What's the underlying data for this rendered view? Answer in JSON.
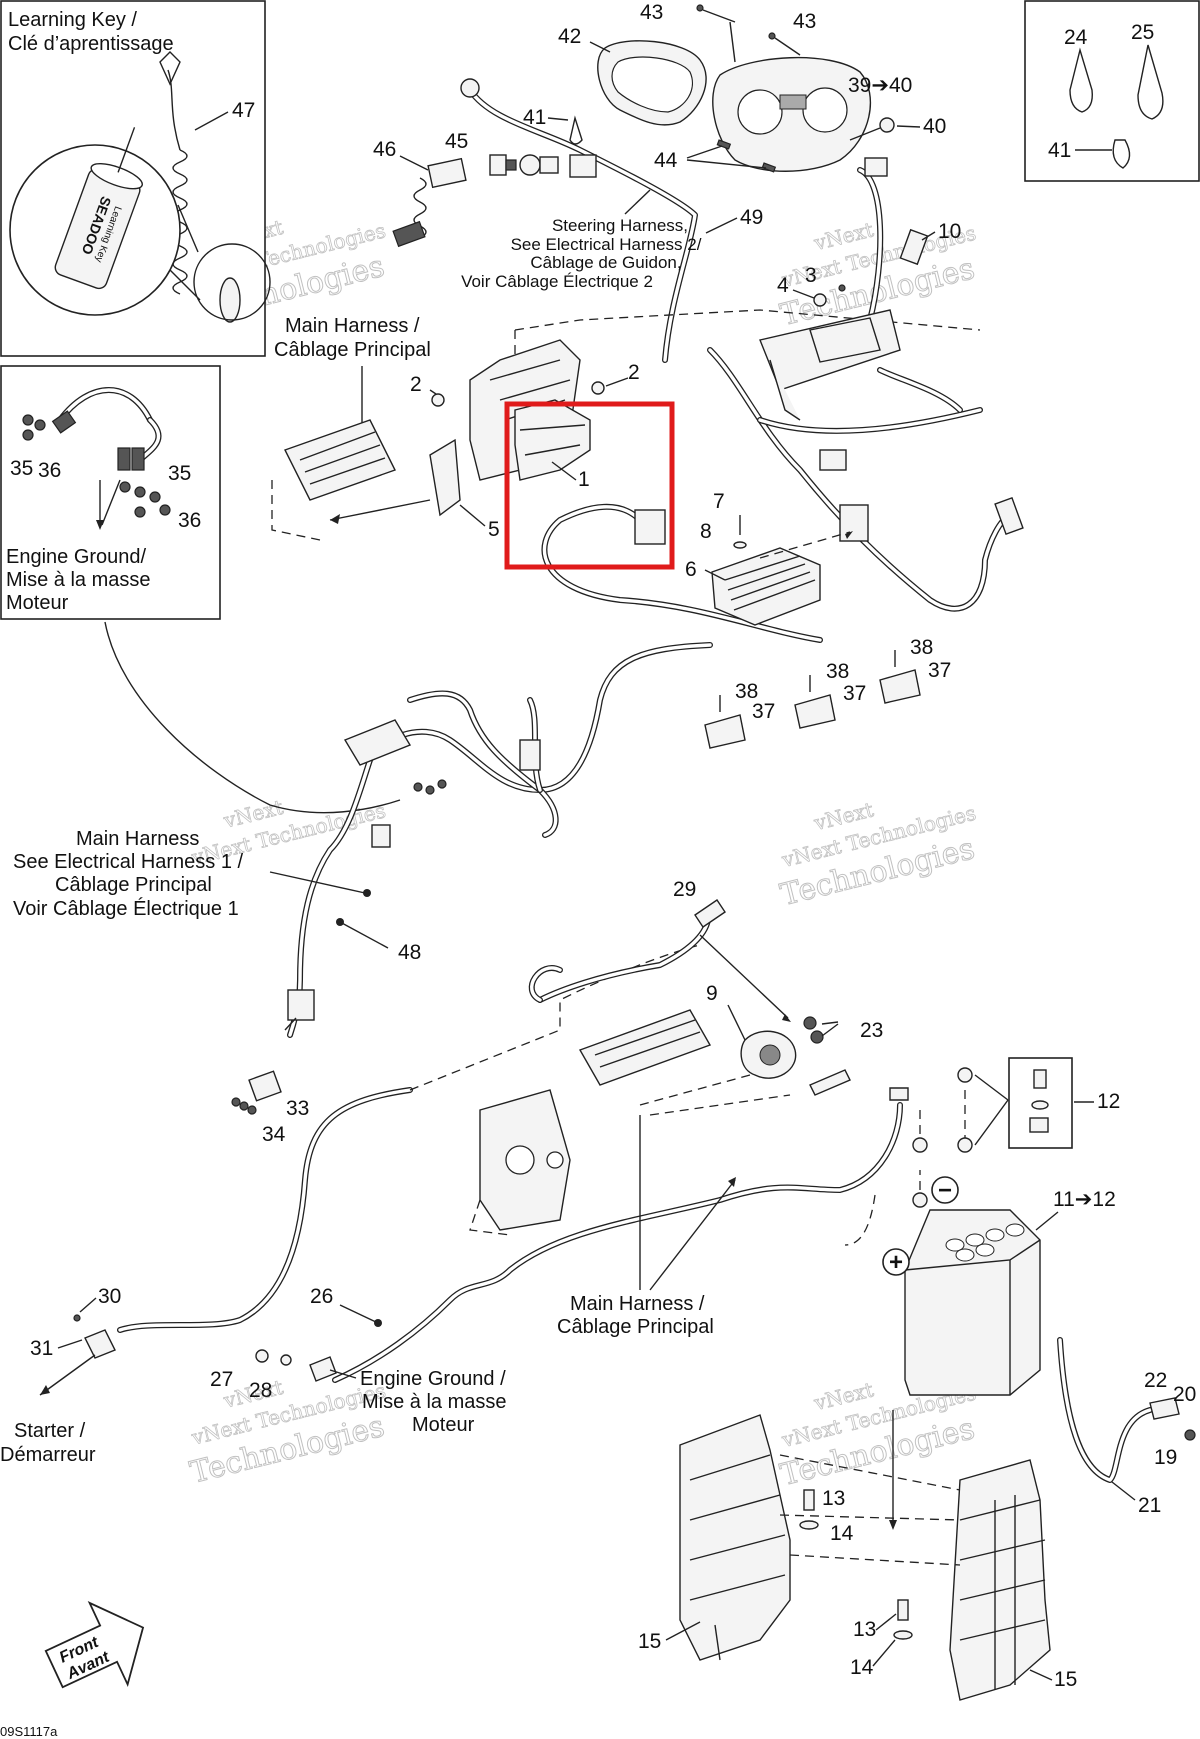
{
  "labels": {
    "learning_key_en": "Learning Key /",
    "learning_key_fr": "Clé d’aprentissage",
    "key_brand": "SEADOO",
    "key_text": "Learning Key",
    "engine_ground_tl_1": "Engine Ground/",
    "engine_ground_tl_2": "Mise à la masse",
    "engine_ground_tl_3": "Moteur",
    "main_harness_top_1": "Main Harness /",
    "main_harness_top_2": "Câblage Principal",
    "steering_1": "Steering Harness,",
    "steering_2": "See Electrical Harness 2/",
    "steering_3": "Câblage de Guidon,",
    "steering_4": "Voir Câblage Électrique 2",
    "main_harness_mid_1": "Main Harness",
    "main_harness_mid_2": "See Electrical Harness 1 /",
    "main_harness_mid_3": "Câblage Principal",
    "main_harness_mid_4": "Voir Câblage Électrique 1",
    "main_harness_bot_1": "Main Harness /",
    "main_harness_bot_2": "Câblage Principal",
    "engine_ground_bot_1": "Engine Ground /",
    "engine_ground_bot_2": "Mise à la masse",
    "engine_ground_bot_3": "Moteur",
    "starter_1": "Starter /",
    "starter_2": "Démarreur",
    "front_1": "Front",
    "front_2": "Avant",
    "minus": "−",
    "plus": "+",
    "figure_code": "09S1117a"
  },
  "callouts": {
    "c1": "1",
    "c2a": "2",
    "c2b": "2",
    "c3": "3",
    "c4": "4",
    "c5": "5",
    "c6": "6",
    "c7": "7",
    "c8": "8",
    "c9": "9",
    "c10": "10",
    "c11": "11➔12",
    "c12": "12",
    "c13a": "13",
    "c13b": "13",
    "c14a": "14",
    "c14b": "14",
    "c15a": "15",
    "c15b": "15",
    "c19": "19",
    "c20": "20",
    "c21": "21",
    "c22": "22",
    "c23": "23",
    "c24": "24",
    "c25": "25",
    "c26": "26",
    "c27": "27",
    "c28": "28",
    "c29": "29",
    "c30": "30",
    "c31": "31",
    "c33": "33",
    "c34": "34",
    "c35a": "35",
    "c35b": "35",
    "c36a": "36",
    "c36b": "36",
    "c37a": "37",
    "c37b": "37",
    "c37c": "37",
    "c38a": "38",
    "c38b": "38",
    "c38c": "38",
    "c39": "39➔40",
    "c40": "40",
    "c41a": "41",
    "c41b": "41",
    "c42": "42",
    "c43a": "43",
    "c43b": "43",
    "c44": "44",
    "c45": "45",
    "c46": "46",
    "c47": "47",
    "c48": "48",
    "c49": "49"
  },
  "watermark": {
    "line1": "vNext",
    "line2": "vNext Technologies",
    "line3": "Technologies"
  },
  "highlight": {
    "part": "1",
    "color": "#e01b1b"
  }
}
